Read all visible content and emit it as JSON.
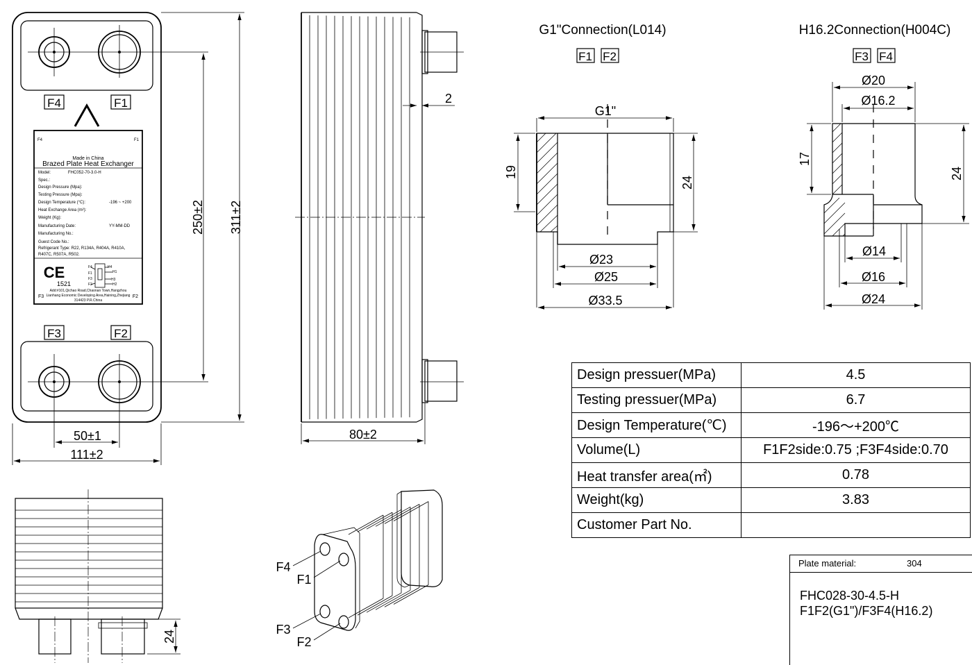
{
  "connections": {
    "g1": {
      "title": "G1\"Connection(L014)",
      "ports": [
        "F1",
        "F2"
      ]
    },
    "h16": {
      "title": "H16.2Connection(H004C)",
      "ports": [
        "F3",
        "F4"
      ]
    }
  },
  "dimensions": {
    "front": {
      "height_outer": "311±2",
      "height_inner": "250±2",
      "port_spacing": "50±1",
      "width": "111±2"
    },
    "side": {
      "depth": "80±2",
      "gap": "2"
    },
    "bottom": {
      "stub": "24"
    },
    "g1": {
      "thread": "G1\"",
      "d23": "Ø23",
      "d25": "Ø25",
      "d33": "Ø33.5",
      "h19": "19",
      "h24": "24"
    },
    "h16": {
      "d20": "Ø20",
      "d16_2": "Ø16.2",
      "d14": "Ø14",
      "d16": "Ø16",
      "d24": "Ø24",
      "h17": "17",
      "h24": "24"
    }
  },
  "plate": {
    "port_labels": {
      "f1": "F1",
      "f2": "F2",
      "f3": "F3",
      "f4": "F4"
    },
    "nameplate": {
      "corner_f4": "F4",
      "corner_f1": "F1",
      "corner_f3": "F3",
      "corner_f2": "F2",
      "made_in": "Made in China",
      "title": "Brazed Plate Heat Exchanger",
      "model_label": "Model:",
      "model_value": "FHC052-70-3.0-H",
      "spec_label": "Spec.:",
      "design_pressure": "Design Pressure (Mpa):",
      "testing_pressure": "Testing Pressure (Mpa):",
      "design_temp_label": "Design Temperature (°C):",
      "design_temp_value": "-196 ~ +200",
      "area": "Heat Exchange Area (m²):",
      "weight": "Weight (Kg):",
      "mfg_date_label": "Manufacturing Date:",
      "mfg_date_value": "YY-MM-DD",
      "mfg_no": "Manufacturing No.:",
      "guest_code": "Guest Code No.:",
      "refrigerant_1": "Refrigerant Type:   R22, R134A, R404A, R410A,",
      "refrigerant_2": "R407C, R507A, R502.",
      "ce_mark": "CE",
      "ce_number": "1521",
      "addr_1": "Add:#101,Qichao Road,Chaonan Town,Hangzhou",
      "addr_2": "Lianhang Economic Developing Area,Haining,Zhejiang",
      "addr_3": "314423 P.R.China",
      "mini_left": [
        "F4",
        "F1",
        "F3",
        "F2"
      ],
      "mini_right": [
        "H4",
        "H1",
        "H3",
        "H2"
      ]
    }
  },
  "iso": {
    "labels": [
      "F4",
      "F1",
      "F3",
      "F2"
    ]
  },
  "spec_table": [
    {
      "label": "Design pressuer(MPa)",
      "value": "4.5"
    },
    {
      "label": "Testing pressuer(MPa)",
      "value": "6.7"
    },
    {
      "label": "Design Temperature(℃)",
      "value": "-196～+200℃"
    },
    {
      "label": "Volume(L)",
      "value": "F1F2side:0.75 ;F3F4side:0.70"
    },
    {
      "label": "Heat transfer area(㎡)",
      "value": "0.78"
    },
    {
      "label": "Weight(kg)",
      "value": "3.83"
    },
    {
      "label": "Customer Part No.",
      "value": ""
    }
  ],
  "title_block": {
    "material_label": "Plate material:",
    "material_value": "304",
    "model": "FHC028-30-4.5-H",
    "connections": "F1F2(G1\")/F3F4(H16.2)"
  }
}
